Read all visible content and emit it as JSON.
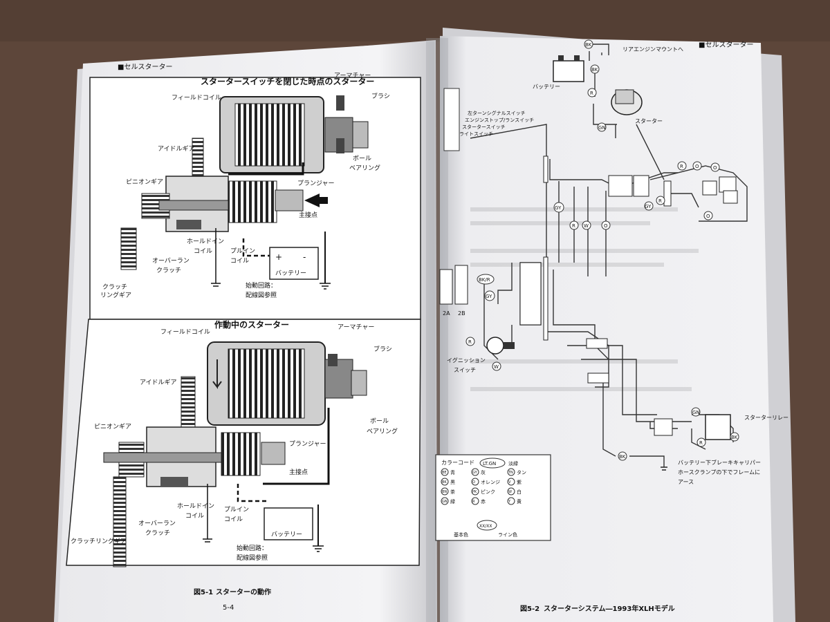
{
  "left_page": {
    "header": "■セルスターター",
    "panel1": {
      "title": "スタータースイッチを閉じた時点のスターター",
      "labels": {
        "field_coil": "フィールドコイル",
        "armature": "アーマチャー",
        "brush": "ブラシ",
        "idle_gear": "アイドルギア",
        "ball_1": "ボール",
        "ball_2": "ベアリング",
        "pinion_gear": "ピニオンギア",
        "plunger": "プランジャー",
        "main_contact": "主接点",
        "hold_1": "ホールドイン",
        "hold_2": "コイル",
        "overrun_1": "オーバーラン",
        "overrun_2": "クラッチ",
        "pullin_1": "プルイン",
        "pullin_2": "コイル",
        "battery": "バッテリー",
        "clutch_1": "クラッチ",
        "clutch_2": "リングギア",
        "circuit_1": "始動回路：",
        "circuit_2": "配線図参照"
      }
    },
    "panel2": {
      "title": "作動中のスターター",
      "labels": {
        "field_coil": "フィールドコイル",
        "armature": "アーマチャー",
        "brush": "ブラシ",
        "idle_gear": "アイドルギア",
        "pinion_gear": "ピニオンギア",
        "ball_1": "ボール",
        "ball_2": "ベアリング",
        "plunger": "プランジャー",
        "main_contact": "主接点",
        "hold_1": "ホールドイン",
        "hold_2": "コイル",
        "pullin_1": "プルイン",
        "pullin_2": "コイル",
        "overrun_1": "オーバーラン",
        "overrun_2": "クラッチ",
        "battery": "バッテリー",
        "clutch_ring": "クラッチリングギア",
        "circuit_1": "始動回路：",
        "circuit_2": "配線図参照"
      }
    },
    "caption_num": "図5-1",
    "caption": "スターターの動作",
    "page_number": "5-4"
  },
  "right_page": {
    "header": "■セルスターター",
    "labels": {
      "rear_mount": "リアエンジンマウントへ",
      "battery": "バッテリー",
      "starter": "スターター",
      "switch_1": "左ターンシグナルスイッチ",
      "switch_2": "エンジンストップ/ランスイッチ",
      "switch_3": "スタータースイッチ",
      "switch_4": "ライトスイッチ",
      "conn_2a": "2A",
      "conn_2b": "2B",
      "ignition_1": "イグニッション",
      "ignition_2": "スイッチ",
      "relay": "スターターリレー",
      "ground_1": "バッテリー下ブレーキキャリパー",
      "ground_2": "ホースクランプの下でフレームに",
      "ground_3": "アース"
    },
    "wire_tags": {
      "bk": "BK",
      "r": "R",
      "gy": "GY",
      "w": "W",
      "o": "O",
      "gn": "GN",
      "bkr": "BK/R"
    },
    "color_code": {
      "title": "カラーコード",
      "sample_tag": "LT.GN",
      "sample_desc": "淡緑",
      "entries": [
        {
          "code": "BE",
          "name": "青"
        },
        {
          "code": "BK",
          "name": "黒"
        },
        {
          "code": "BN",
          "name": "茶"
        },
        {
          "code": "GN",
          "name": "緑"
        },
        {
          "code": "GY",
          "name": "灰"
        },
        {
          "code": "O",
          "name": "オレンジ"
        },
        {
          "code": "PK",
          "name": "ピンク"
        },
        {
          "code": "R",
          "name": "赤"
        },
        {
          "code": "TN",
          "name": "タン"
        },
        {
          "code": "V",
          "name": "紫"
        },
        {
          "code": "W",
          "name": "白"
        },
        {
          "code": "Y",
          "name": "黄"
        }
      ],
      "example_tag": "XX/XX",
      "base_color": "基本色",
      "line_color": "ライン色"
    },
    "caption_num": "図5-2",
    "caption": "スターターシステム―1993年XLHモデル"
  }
}
